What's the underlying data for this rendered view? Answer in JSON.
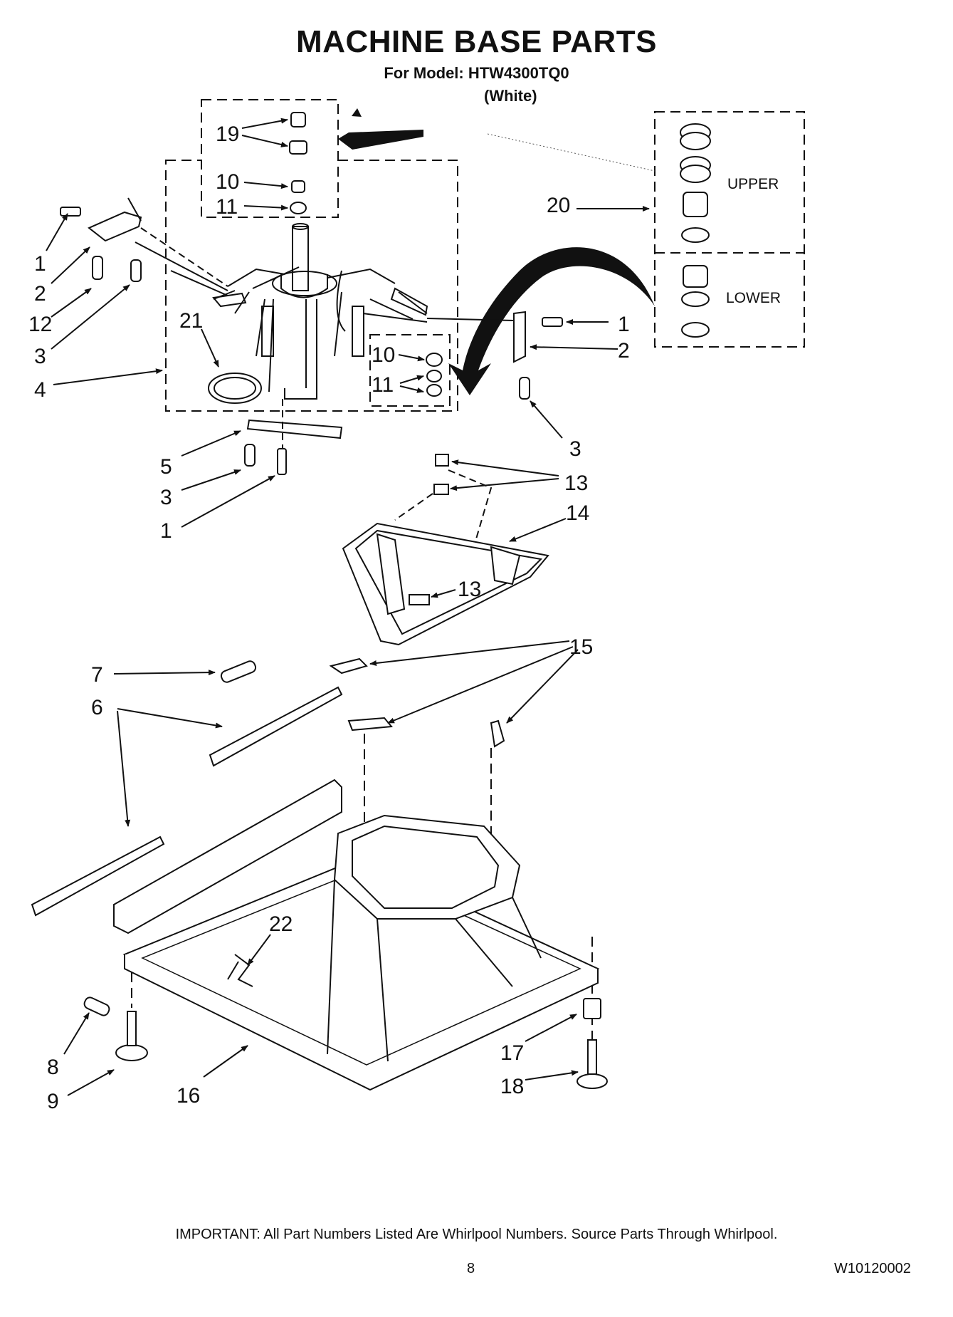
{
  "header": {
    "title": "MACHINE BASE PARTS",
    "model_line": "For Model: HTW4300TQ0",
    "color": "(White)"
  },
  "kit_labels": {
    "upper": "UPPER",
    "lower": "LOWER"
  },
  "callouts": {
    "c1a": "1",
    "c2a": "2",
    "c12": "12",
    "c3a": "3",
    "c4": "4",
    "c19": "19",
    "c10a": "10",
    "c11a": "11",
    "c21": "21",
    "c20": "20",
    "c10b": "10",
    "c11b": "11",
    "c1b": "1",
    "c2b": "2",
    "c3b": "3",
    "c5": "5",
    "c3c": "3",
    "c1c": "1",
    "c13a": "13",
    "c14": "14",
    "c13b": "13",
    "c15": "15",
    "c7": "7",
    "c6": "6",
    "c22": "22",
    "c8": "8",
    "c9": "9",
    "c16": "16",
    "c17": "17",
    "c18": "18"
  },
  "footer": {
    "note": "IMPORTANT: All Part Numbers Listed Are Whirlpool Numbers. Source Parts Through Whirlpool.",
    "page_number": "8",
    "doc_number": "W10120002"
  }
}
